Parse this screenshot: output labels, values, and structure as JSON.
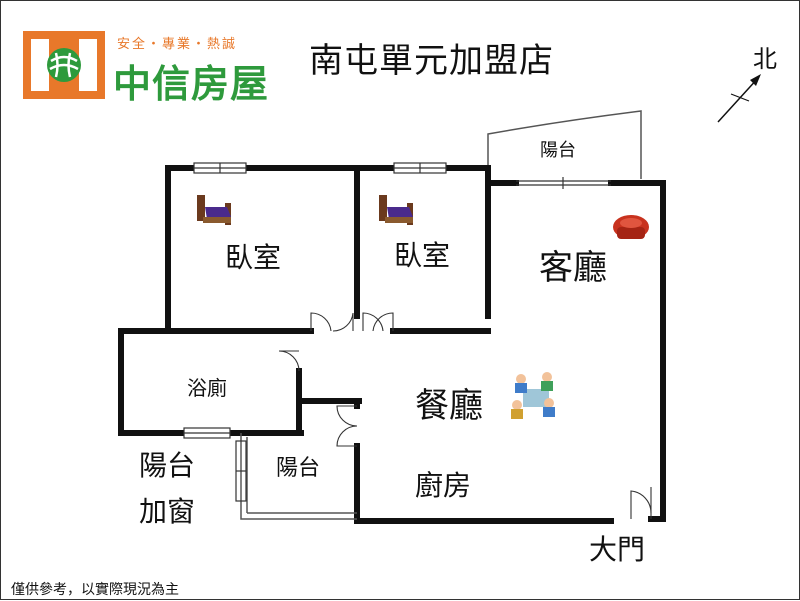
{
  "header": {
    "tagline": "安全・專業・熱誠",
    "brand": "中信房屋",
    "store": "南屯單元加盟店",
    "brand_colors": {
      "orange": "#e8782a",
      "green": "#2e9a3c"
    }
  },
  "compass": {
    "label": "北",
    "icon": "north-arrow-icon"
  },
  "rooms": {
    "balcony_top": "陽台",
    "bedroom_1": "臥室",
    "bedroom_2": "臥室",
    "living_room": "客廳",
    "bathroom": "浴廁",
    "dining_room": "餐廳",
    "balcony_left": "陽台",
    "balcony_window_1": "陽台",
    "balcony_window_2": "加窗",
    "kitchen": "廚房",
    "entrance": "大門"
  },
  "icons": {
    "bed": "bed-icon",
    "sofa": "sofa-icon",
    "dining_people": "dining-people-icon"
  },
  "footer": {
    "disclaimer": "僅供參考，以實際現況為主"
  }
}
